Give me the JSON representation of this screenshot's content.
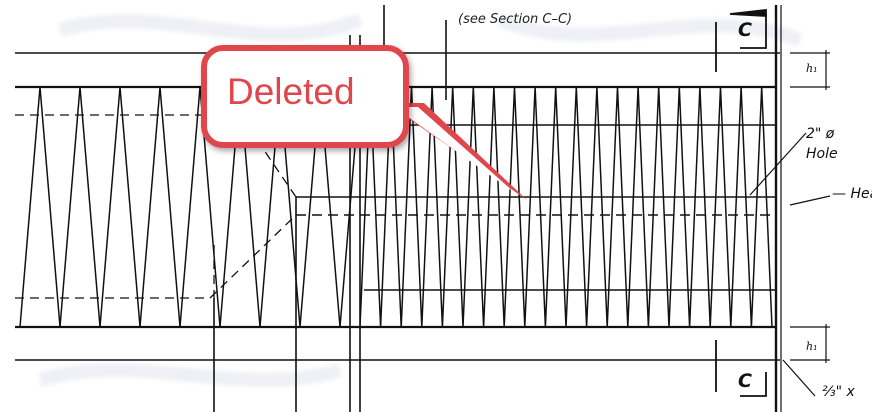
{
  "callout": {
    "text": "Deleted",
    "color": "#e0474c"
  },
  "annotations": {
    "section_note": "(see Section C–C)",
    "hole_note_line1": "2\" ø",
    "hole_note_line2": "Hole",
    "head_note": "— Hea",
    "bottom_note": "⅔\" x"
  },
  "section_markers": {
    "top": "C",
    "bottom": "C"
  },
  "dimension_labels": {
    "top": "h₁",
    "bottom": "h₁"
  },
  "icons": {
    "callout_pointer": "speech-bubble-tail"
  }
}
